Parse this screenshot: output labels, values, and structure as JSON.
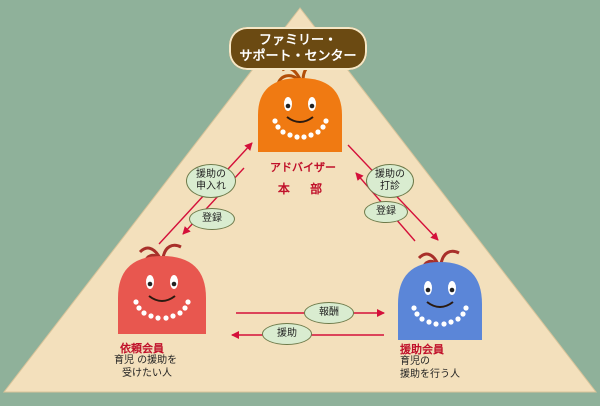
{
  "header": {
    "line1": "ファミリー・",
    "line2": "サポート・センター"
  },
  "top_node": {
    "role": "アドバイザー",
    "subtitle": "本 部"
  },
  "left_node": {
    "role": "依頼会員",
    "desc_line1": "育児 の援助を",
    "desc_line2": "受けたい人"
  },
  "right_node": {
    "role": "援助会員",
    "desc_line1": "育児の",
    "desc_line2": "援助を行う人"
  },
  "edges": {
    "left_upper_line1": "援助の",
    "left_upper_line2": "申入れ",
    "left_lower": "登録",
    "right_upper_line1": "援助の",
    "right_upper_line2": "打診",
    "right_lower": "登録",
    "bottom_upper": "報酬",
    "bottom_lower": "援助"
  },
  "colors": {
    "background": "#8fb19a",
    "triangle": "#f3e0bc",
    "header_badge": "#6b4a12",
    "advisor": "#f07a12",
    "requester": "#e8574f",
    "helper": "#5b86d8",
    "arrow": "#d4103a",
    "label_bubble": "#d9ecd0",
    "role_text": "#c0102a"
  }
}
